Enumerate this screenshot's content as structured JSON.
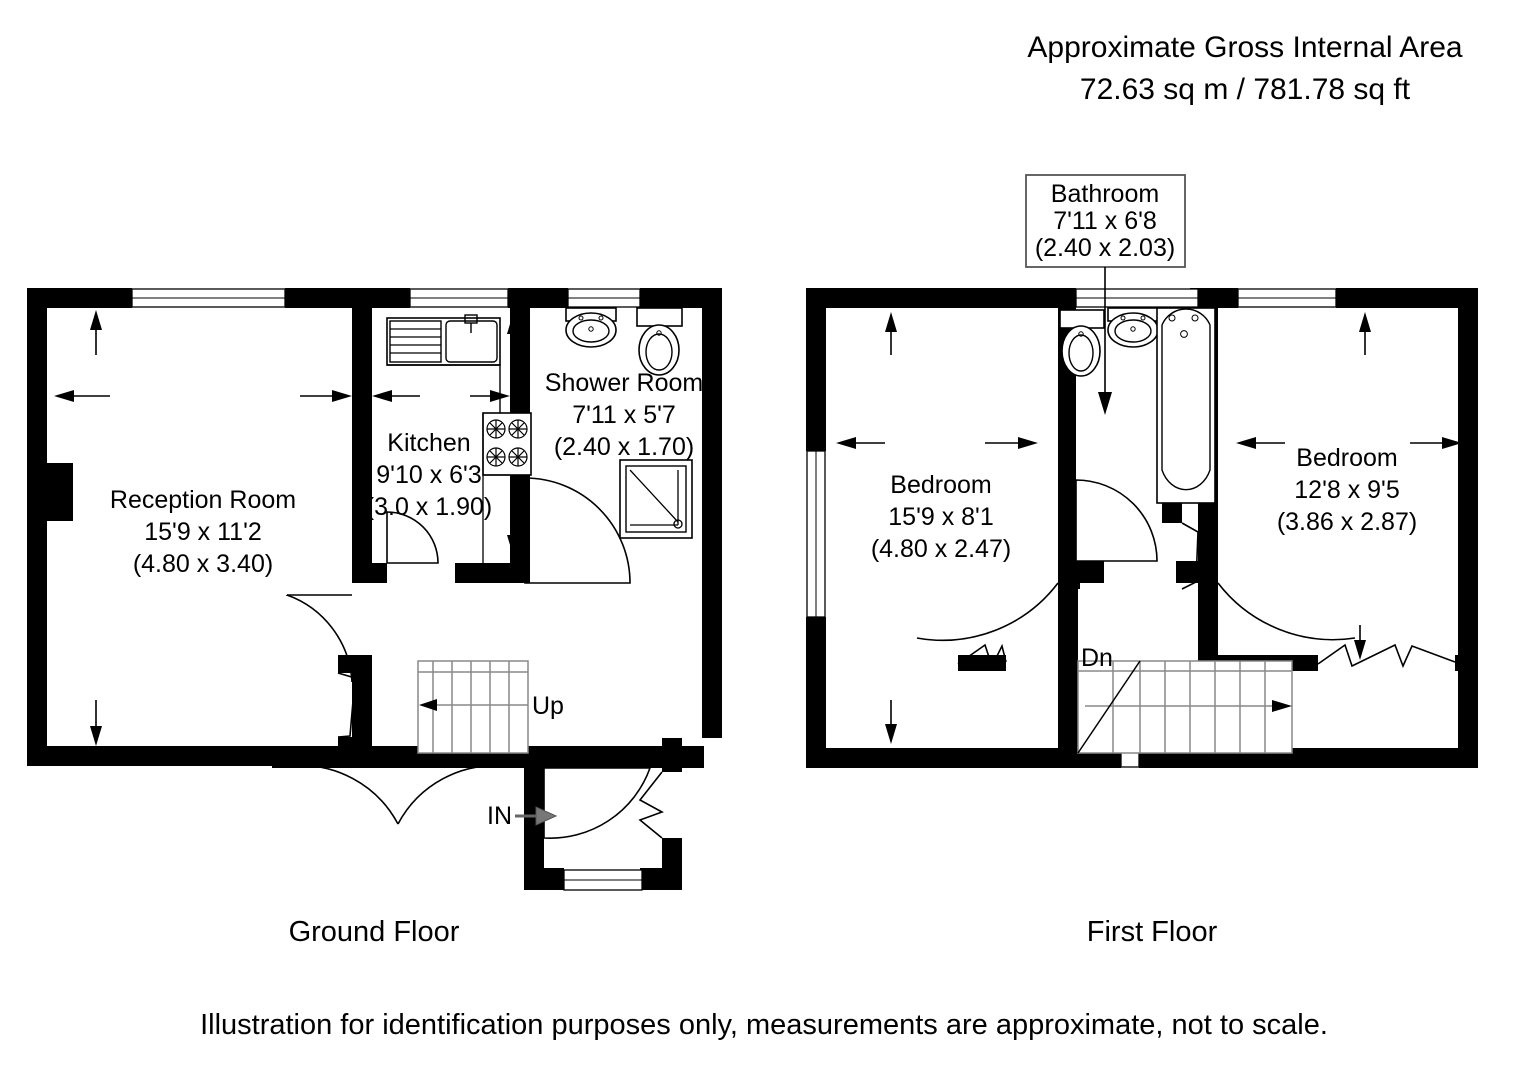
{
  "header": {
    "line1": "Approximate Gross Internal Area",
    "line2": "72.63 sq m / 781.78 sq ft"
  },
  "footer": {
    "disclaimer": "Illustration for identification purposes only, measurements are approximate, not to scale."
  },
  "floors": [
    {
      "title": "Ground Floor",
      "rooms": [
        {
          "name": "Reception Room",
          "imperial": "15'9 x 11'2",
          "metric": "(4.80 x 3.40)"
        },
        {
          "name": "Kitchen",
          "imperial": "9'10 x 6'3",
          "metric": "(3.0 x 1.90)"
        },
        {
          "name": "Shower Room",
          "imperial": "7'11 x 5'7",
          "metric": "(2.40 x 1.70)"
        }
      ],
      "markers": [
        {
          "label": "Up",
          "kind": "stair-direction"
        },
        {
          "label": "IN",
          "kind": "entrance"
        }
      ]
    },
    {
      "title": "First Floor",
      "rooms": [
        {
          "name": "Bathroom",
          "imperial": "7'11 x 6'8",
          "metric": "(2.40 x 2.03)"
        },
        {
          "name": "Bedroom",
          "imperial": "15'9 x 8'1",
          "metric": "(4.80 x 2.47)"
        },
        {
          "name": "Bedroom",
          "imperial": "12'8 x 9'5",
          "metric": "(3.86 x 2.87)"
        }
      ],
      "markers": [
        {
          "label": "Dn",
          "kind": "stair-direction"
        }
      ]
    }
  ],
  "colors": {
    "wall": "#000000",
    "background": "#ffffff",
    "stair": "#888888",
    "callout_border": "#555555"
  }
}
